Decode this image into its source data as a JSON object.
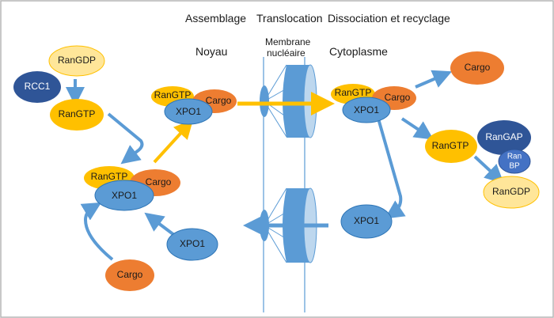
{
  "headers": {
    "assemblage": "Assemblage",
    "translocation": "Translocation",
    "dissociation": "Dissociation et recyclage"
  },
  "regions": {
    "noyau": "Noyau",
    "membrane_line1": "Membrane",
    "membrane_line2": "nucléaire",
    "cytoplasme": "Cytoplasme"
  },
  "nodes": {
    "rangdp_top": "RanGDP",
    "rcc1": "RCC1",
    "rangtp_left": "RanGTP",
    "complex_top_rangtp": "RanGTP",
    "complex_top_cargo": "Cargo",
    "complex_top_xpo1": "XPO1",
    "complex_mid_rangtp": "RanGTP",
    "complex_mid_cargo": "Cargo",
    "complex_mid_xpo1": "XPO1",
    "xpo1_free_nucleus": "XPO1",
    "cargo_bottom": "Cargo",
    "complex_cyto_rangtp": "RanGTP",
    "complex_cyto_cargo": "Cargo",
    "complex_cyto_xpo1": "XPO1",
    "cargo_released": "Cargo",
    "rangtp_right": "RanGTP",
    "rangap": "RanGAP",
    "ranbp_line1": "Ran",
    "ranbp_line2": "BP",
    "rangdp_right": "RanGDP",
    "xpo1_recycled": "XPO1"
  },
  "colors": {
    "frame": "#b5b5b5",
    "yellow_fill": "#ffc000",
    "light_yellow_fill": "#ffe699",
    "orange_fill": "#ed7d31",
    "blue_fill": "#5b9bd5",
    "dark_blue_fill": "#2f5597",
    "arrow_blue": "#5b9bd5",
    "arrow_yellow": "#ffc000",
    "pore_fill": "#5b9bd5",
    "pore_face": "#bdd7ee"
  }
}
